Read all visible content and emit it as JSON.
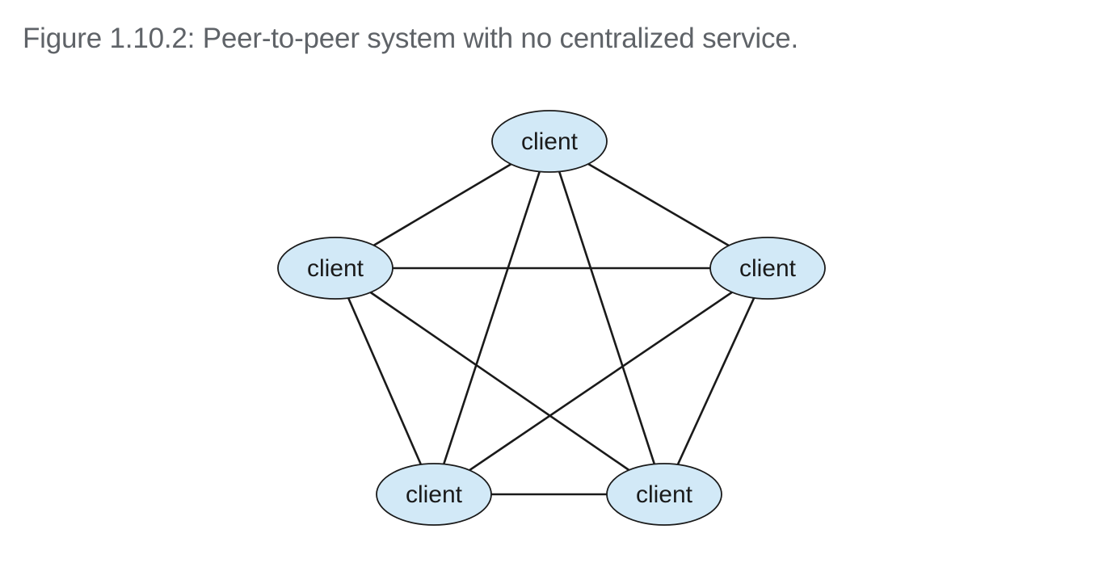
{
  "caption": "Figure 1.10.2: Peer-to-peer system with no centralized service.",
  "colors": {
    "caption_text": "#5f6368",
    "node_fill": "#d2e9f7",
    "node_stroke": "#1a1a1a",
    "edge_stroke": "#1a1a1a",
    "label_text": "#1a1a1a"
  },
  "nodes": [
    {
      "id": "top",
      "label": "client"
    },
    {
      "id": "left",
      "label": "client"
    },
    {
      "id": "right",
      "label": "client"
    },
    {
      "id": "bottom-left",
      "label": "client"
    },
    {
      "id": "bottom-right",
      "label": "client"
    }
  ],
  "edges": [
    [
      "top",
      "left"
    ],
    [
      "top",
      "right"
    ],
    [
      "top",
      "bottom-left"
    ],
    [
      "top",
      "bottom-right"
    ],
    [
      "left",
      "right"
    ],
    [
      "left",
      "bottom-left"
    ],
    [
      "left",
      "bottom-right"
    ],
    [
      "right",
      "bottom-left"
    ],
    [
      "right",
      "bottom-right"
    ],
    [
      "bottom-left",
      "bottom-right"
    ]
  ]
}
